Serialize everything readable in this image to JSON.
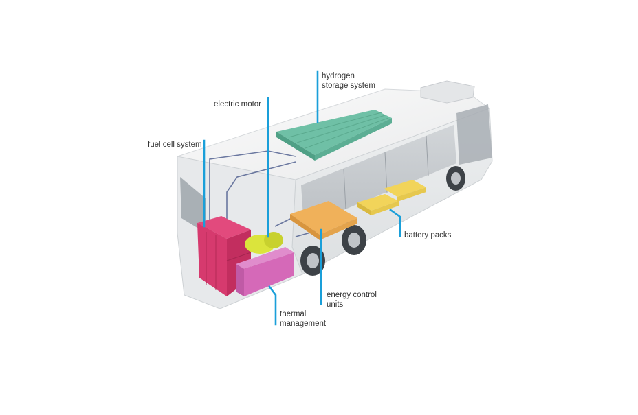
{
  "labels": {
    "hydrogen": [
      "hydrogen",
      "storage system"
    ],
    "motor": [
      "electric motor"
    ],
    "fuel_cell": [
      "fuel cell system"
    ],
    "battery": [
      "battery packs"
    ],
    "energy": [
      "energy control",
      "units"
    ],
    "thermal": [
      "thermal",
      "management"
    ]
  },
  "colors": {
    "leader_line": "#1a9fd9",
    "hydrogen_tanks": "#6fc0a6",
    "fuel_cell": "#d63a6e",
    "thermal": "#d569b8",
    "motor": "#dbe43c",
    "energy_units": "#f0b15a",
    "battery_packs": "#f2d45a",
    "bus_body": "#f1f2f3"
  }
}
